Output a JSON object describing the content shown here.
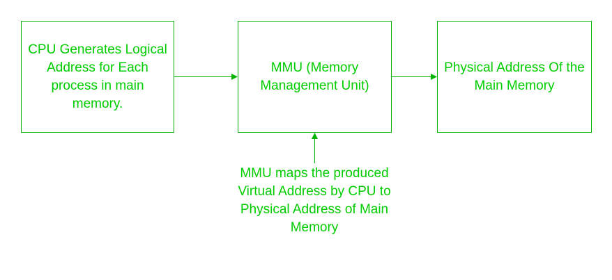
{
  "colors": {
    "text": "#00cc00",
    "stroke": "#00b300"
  },
  "boxes": {
    "cpu": "CPU Generates Logical Address for Each process in main memory.",
    "mmu": "MMU (Memory Management Unit)",
    "physical": "Physical Address Of the Main Memory"
  },
  "note": "MMU maps the produced Virtual Address by CPU to Physical Address of Main Memory"
}
